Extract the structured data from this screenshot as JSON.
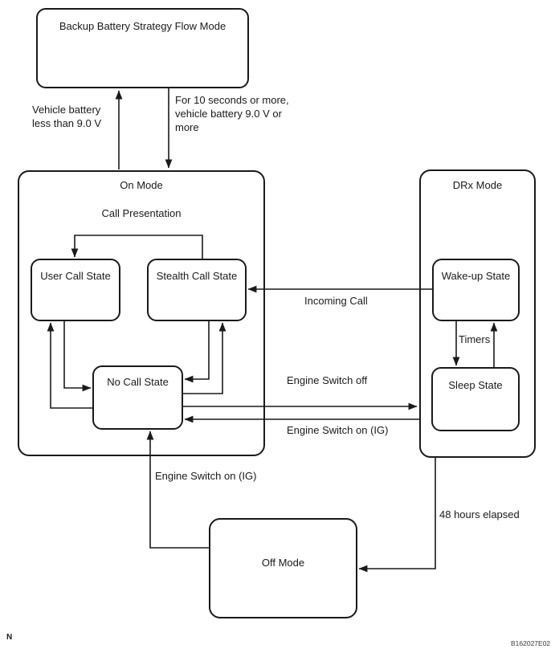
{
  "nodes": {
    "backup": {
      "label": "Backup Battery Strategy Flow Mode"
    },
    "on_mode": {
      "title": "On Mode",
      "subtitle": "Call Presentation"
    },
    "user_call": {
      "label": "User Call State"
    },
    "stealth_call": {
      "label": "Stealth Call State"
    },
    "no_call": {
      "label": "No Call State"
    },
    "drx_mode": {
      "title": "DRx Mode"
    },
    "wake_up": {
      "label": "Wake-up State"
    },
    "sleep": {
      "label": "Sleep State"
    },
    "off_mode": {
      "label": "Off Mode"
    }
  },
  "edges": {
    "battery_low": {
      "label": "Vehicle battery\nless than 9.0 V"
    },
    "battery_restored": {
      "label": "For 10 seconds or more,\nvehicle battery 9.0 V or\nmore"
    },
    "incoming_call": {
      "label": "Incoming Call"
    },
    "timers": {
      "label": "Timers"
    },
    "engine_switch_off": {
      "label": "Engine Switch off"
    },
    "engine_switch_on_from_sleep": {
      "label": "Engine Switch on (IG)"
    },
    "engine_switch_on_from_off": {
      "label": "Engine Switch on (IG)"
    },
    "hours_elapsed": {
      "label": "48 hours elapsed"
    }
  },
  "footer": {
    "page_marker": "N",
    "figure_code": "B162027E02"
  },
  "colors": {
    "line": "#1a1a1a",
    "background": "#ffffff"
  }
}
